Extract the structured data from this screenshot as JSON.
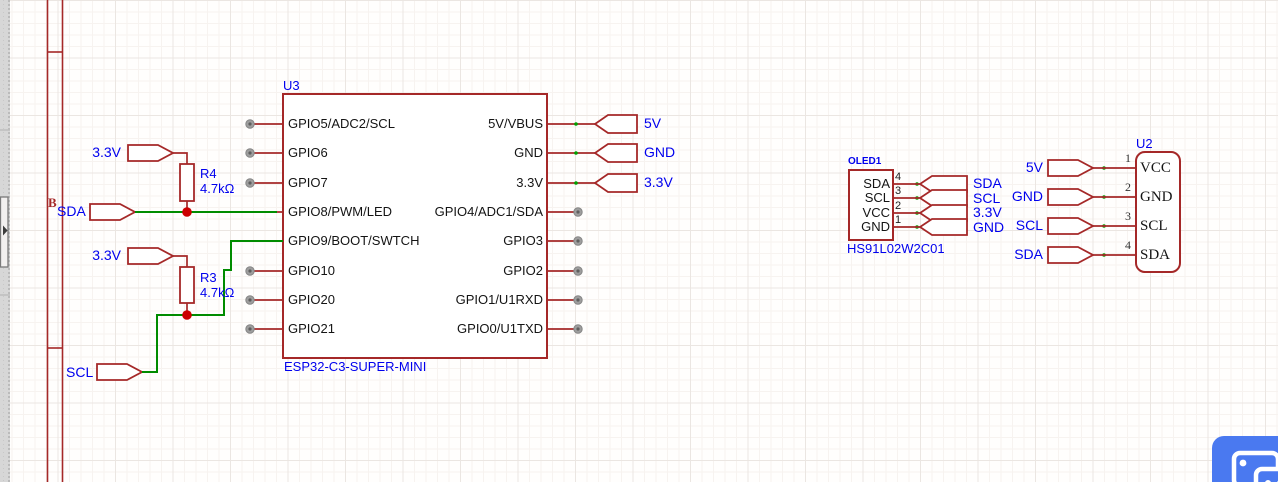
{
  "colors": {
    "component_stroke": "#a52828",
    "wire_green": "#008c00",
    "junction_red": "#cc0000",
    "net_label_blue": "#0000ee",
    "pin_end_gray": "#9a9a9a",
    "feedback_button_blue": "#4a79f0"
  },
  "sheet": {
    "row_label": "B"
  },
  "u3": {
    "refdes": "U3",
    "value": "ESP32-C3-SUPER-MINI",
    "left_pins": [
      "GPIO5/ADC2/SCL",
      "GPIO6",
      "GPIO7",
      "GPIO8/PWM/LED",
      "GPIO9/BOOT/SWTCH",
      "GPIO10",
      "GPIO20",
      "GPIO21"
    ],
    "right_pins": [
      "5V/VBUS",
      "GND",
      "3.3V",
      "GPIO4/ADC1/SDA",
      "GPIO3",
      "GPIO2",
      "GPIO1/U1RXD",
      "GPIO0/U1TXD"
    ],
    "right_net_flags": [
      "5V",
      "GND",
      "3.3V"
    ]
  },
  "pullups": {
    "rail_top": "3.3V",
    "rail_bottom": "3.3V",
    "r4": {
      "refdes": "R4",
      "value": "4.7kΩ"
    },
    "r3": {
      "refdes": "R3",
      "value": "4.7kΩ"
    },
    "sda_label": "SDA",
    "scl_label": "SCL"
  },
  "oled": {
    "refdes": "OLED1",
    "value": "HS91L02W2C01",
    "pins": [
      {
        "number": "4",
        "name": "SDA",
        "net": "SDA"
      },
      {
        "number": "3",
        "name": "SCL",
        "net": "SCL"
      },
      {
        "number": "2",
        "name": "VCC",
        "net": "3.3V"
      },
      {
        "number": "1",
        "name": "GND",
        "net": "GND"
      }
    ]
  },
  "u2": {
    "refdes": "U2",
    "pins": [
      {
        "number": "1",
        "name": "VCC",
        "net": "5V"
      },
      {
        "number": "2",
        "name": "GND",
        "net": "GND"
      },
      {
        "number": "3",
        "name": "SCL",
        "net": "SCL"
      },
      {
        "number": "4",
        "name": "SDA",
        "net": "SDA"
      }
    ]
  },
  "feedback_button": {
    "icon": "chat-feedback-icon"
  }
}
